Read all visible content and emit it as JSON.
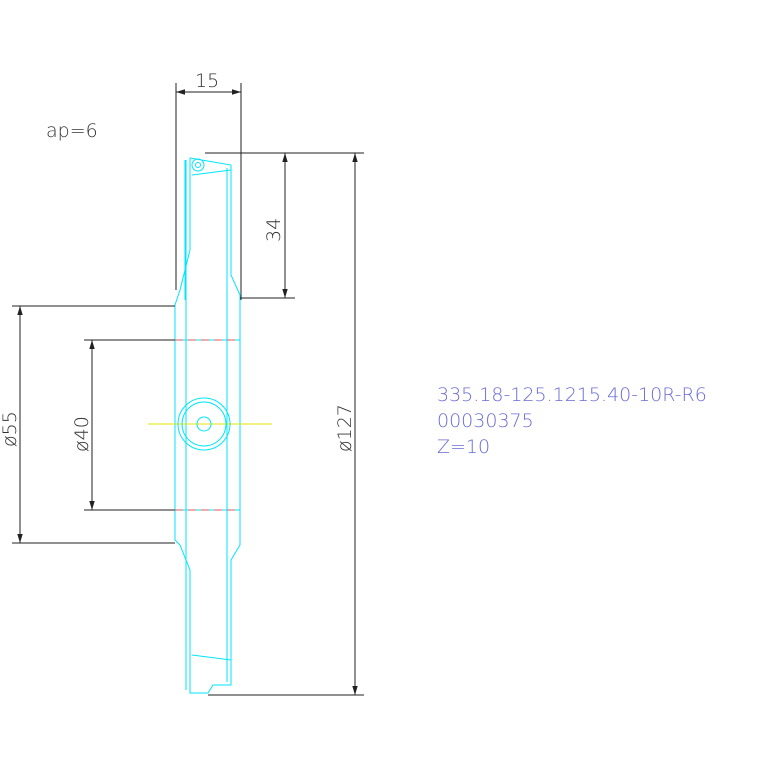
{
  "dimensions": {
    "width_top": "15",
    "cutting_depth": "ap=6",
    "height_34": "34",
    "dia_127": "ø127",
    "dia_55": "ø55",
    "dia_40": "ø40"
  },
  "notes": {
    "part_number": "335.18-125.1215.40-10R-R6",
    "code": "00030375",
    "teeth": "Z=10"
  },
  "colors": {
    "part_outline": "#00e5ff",
    "bore_hidden": "#e05a5a",
    "center_line": "#e6e600",
    "dimension": "#222222",
    "note_text": "#6b6bd6"
  }
}
